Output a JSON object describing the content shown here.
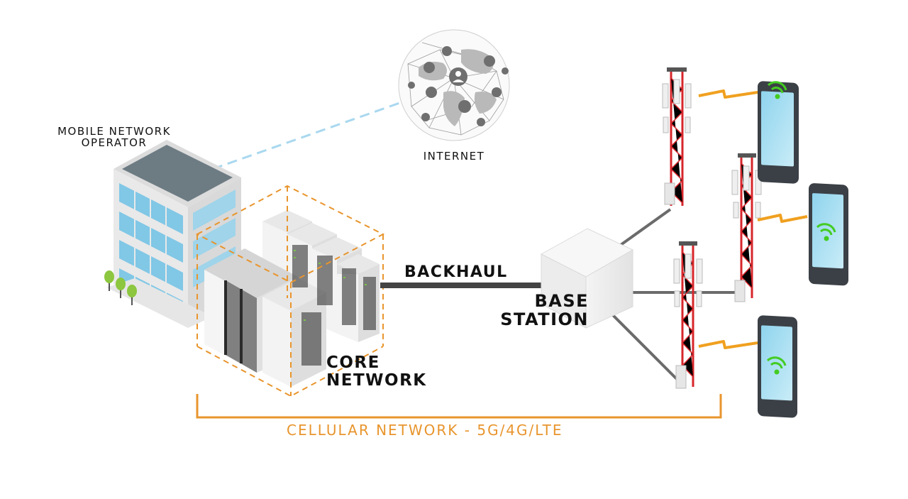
{
  "labels": {
    "operator_line1": "MOBILE NETWORK",
    "operator_line2": "OPERATOR",
    "internet": "INTERNET",
    "backhaul": "BACKHAUL",
    "base_station_line1": "BASE",
    "base_station_line2": "STATION",
    "core_line1": "CORE",
    "core_line2": "NETWORK",
    "cellular": "CELLULAR NETWORK - 5G/4G/LTE"
  },
  "colors": {
    "accent_orange": "#e8952d",
    "tower_red": "#d7262b",
    "wifi_green": "#44cc22",
    "internet_link": "#a9d8ef",
    "link_gray": "#555555",
    "glass_blue": "#7cc6e6"
  },
  "icons": [
    "building-icon",
    "globe-icon",
    "server-rack-icon",
    "base-station-icon",
    "cell-tower-icon",
    "smartphone-icon",
    "wifi-signal-icon",
    "lightning-link-icon",
    "tree-icon"
  ]
}
